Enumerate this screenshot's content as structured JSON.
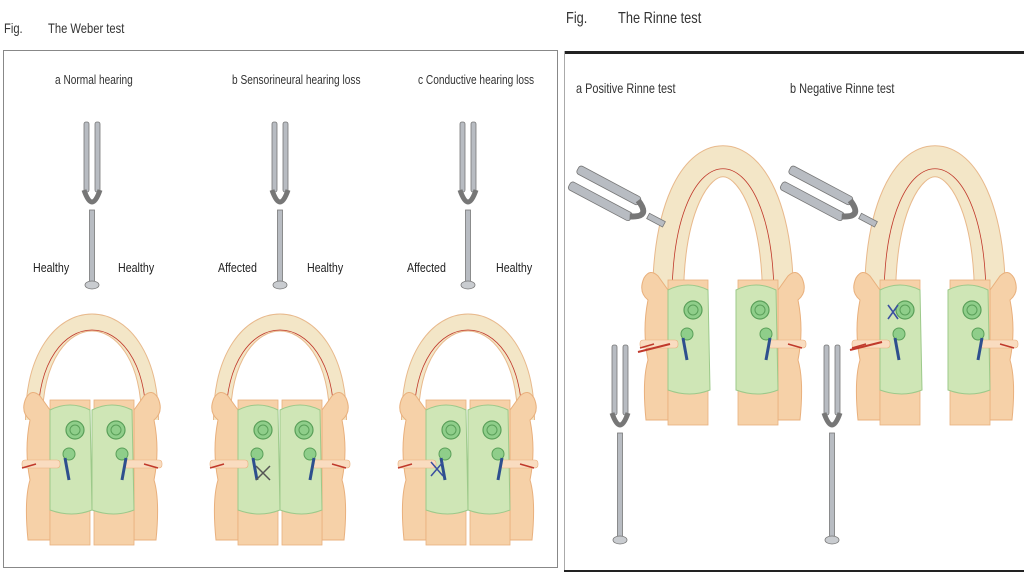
{
  "weber": {
    "fig": "Fig.",
    "title": "The Weber test",
    "panels": [
      {
        "caption": "a  Normal hearing",
        "left": "Healthy",
        "right": "Healthy",
        "mark": "none"
      },
      {
        "caption": "b  Sensorineural hearing loss",
        "left": "Affected",
        "right": "Healthy",
        "mark": "cochlea"
      },
      {
        "caption": "c  Conductive hearing loss",
        "left": "Affected",
        "right": "Healthy",
        "mark": "middle-ear"
      }
    ]
  },
  "rinne": {
    "fig": "Fig.",
    "title": "The Rinne test",
    "panels": [
      {
        "caption": "a  Positive Rinne test"
      },
      {
        "caption": "b  Negative Rinne test"
      }
    ]
  },
  "colors": {
    "skin": "#f6d1a8",
    "skin_dark": "#e9b07d",
    "bone": "#f3e6c7",
    "bone_line": "#e8b98c",
    "inner_ear": "#cfe6b6",
    "cochlea": "#8fce8a",
    "canal_blue": "#2e4f8e",
    "arrow_red": "#c0392b",
    "fork": "#b8bcc2"
  }
}
